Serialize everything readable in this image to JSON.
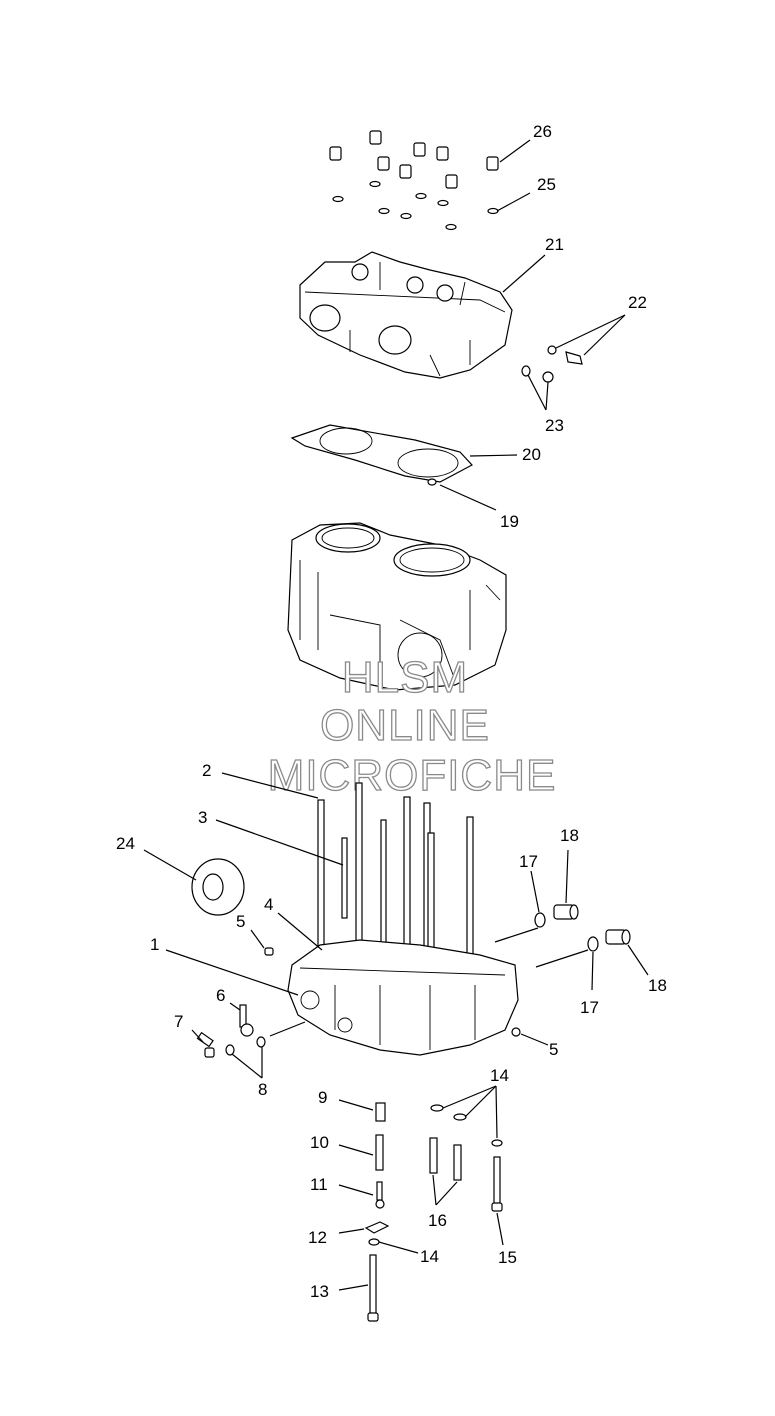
{
  "watermark": {
    "line1": "HLSM",
    "line2": "ONLINE",
    "line3": "MICROFICHE"
  },
  "callouts": {
    "c1": "1",
    "c2": "2",
    "c3": "3",
    "c4": "4",
    "c5a": "5",
    "c5b": "5",
    "c6": "6",
    "c7": "7",
    "c8": "8",
    "c9": "9",
    "c10": "10",
    "c11": "11",
    "c12": "12",
    "c13": "13",
    "c14a": "14",
    "c14b": "14",
    "c15": "15",
    "c16": "16",
    "c17a": "17",
    "c17b": "17",
    "c18a": "18",
    "c18b": "18",
    "c19": "19",
    "c20": "20",
    "c21": "21",
    "c22": "22",
    "c23": "23",
    "c24": "24",
    "c25": "25",
    "c26": "26"
  }
}
